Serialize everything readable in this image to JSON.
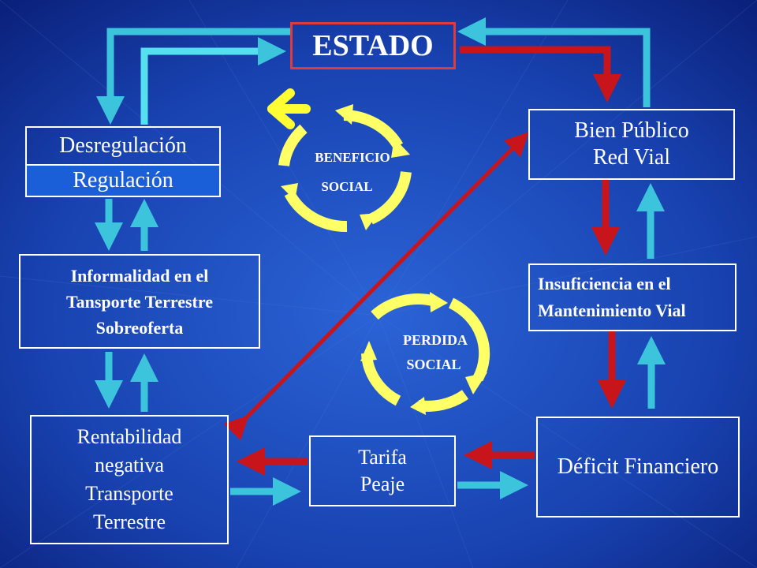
{
  "colors": {
    "background_center": "#2a5fd0",
    "background_edge": "#0a1f7a",
    "box_border": "#ffffff",
    "estado_border": "#e03a3a",
    "regulacion_fill": "#1b5fd8",
    "cyan_arrow": "#3cc4dc",
    "red_arrow": "#c8151b",
    "cycle_fill": "#ffff66",
    "cycle_stroke": "#b4b400"
  },
  "nodes": {
    "estado": "ESTADO",
    "bien_publico": [
      "Bien Público",
      "Red Vial"
    ],
    "desregulacion": "Desregulación",
    "regulacion": "Regulación",
    "informalidad": [
      "Informalidad en el",
      "Tansporte Terrestre",
      "Sobreoferta"
    ],
    "insuficiencia": [
      "Insuficiencia en el",
      "Mantenimiento Vial"
    ],
    "rentabilidad": [
      "Rentabilidad",
      "negativa",
      "Transporte",
      "Terrestre"
    ],
    "tarifa": [
      "Tarifa",
      "Peaje"
    ],
    "deficit": "Déficit Financiero"
  },
  "cycles": {
    "beneficio": [
      "BENEFICIO",
      "SOCIAL"
    ],
    "perdida": [
      "PERDIDA",
      "SOCIAL"
    ]
  }
}
